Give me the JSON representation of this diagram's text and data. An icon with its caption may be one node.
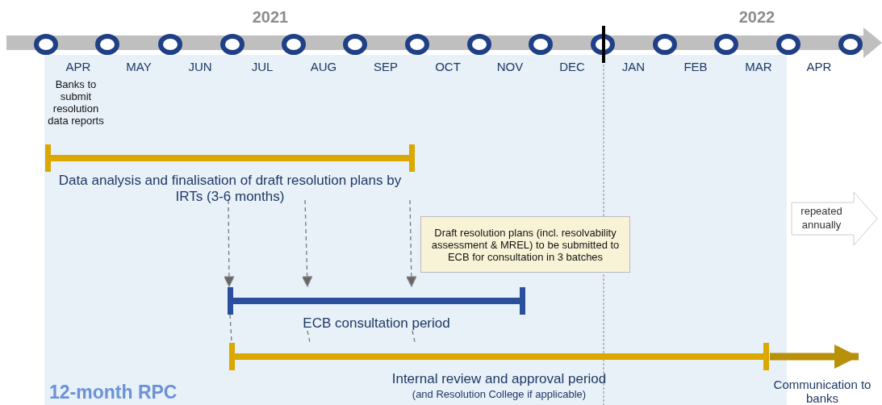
{
  "diagram": {
    "nodes": [
      {
        "text": [
          "12-month RPC"
        ]
      },
      {
        "text": [
          "Banks to submit resolution data reports"
        ],
        "in": 0
      },
      {
        "text": [
          "Data analysis and finalisation of draft resolution plans by IRTs (3-6 months)"
        ],
        "in": 0
      },
      {
        "text": [
          "Draft resolution plans (incl. resolvability assessment & MREL) to be submitted to ECB for consultation in 3 batches"
        ],
        "in": 0
      },
      {
        "text": [
          "ECB consultation period"
        ],
        "in": 0
      },
      {
        "text": [
          "Internal review and approval period",
          "(and Resolution College if applicable)"
        ],
        "in": 0
      },
      {
        "text": [
          "repeated annually"
        ]
      }
    ],
    "edges": [
      {
        "from": 2,
        "to": 4,
        "arrow": "to",
        "style": "dashed"
      },
      {
        "from": 2,
        "to": 4,
        "arrow": "to",
        "style": "dashed"
      },
      {
        "from": 2,
        "to": 4,
        "arrow": "to",
        "style": "dashed"
      },
      {
        "from": 4,
        "to": 5,
        "arrow": "none",
        "style": "dashed"
      },
      {
        "from": 4,
        "to": 5,
        "arrow": "none",
        "style": "dashed"
      },
      {
        "from": 4,
        "to": 5,
        "arrow": "none",
        "style": "dashed"
      },
      {
        "from": 5,
        "to": null,
        "arrow": "to",
        "style": "thick",
        "color": "#b8900a",
        "label": "Communication to banks"
      }
    ],
    "labels": [
      "2021",
      "2022",
      "APR",
      "MAY",
      "JUN",
      "JUL",
      "AUG",
      "SEP",
      "OCT",
      "NOV",
      "DEC",
      "JAN",
      "FEB",
      "MAR",
      "APR"
    ]
  }
}
